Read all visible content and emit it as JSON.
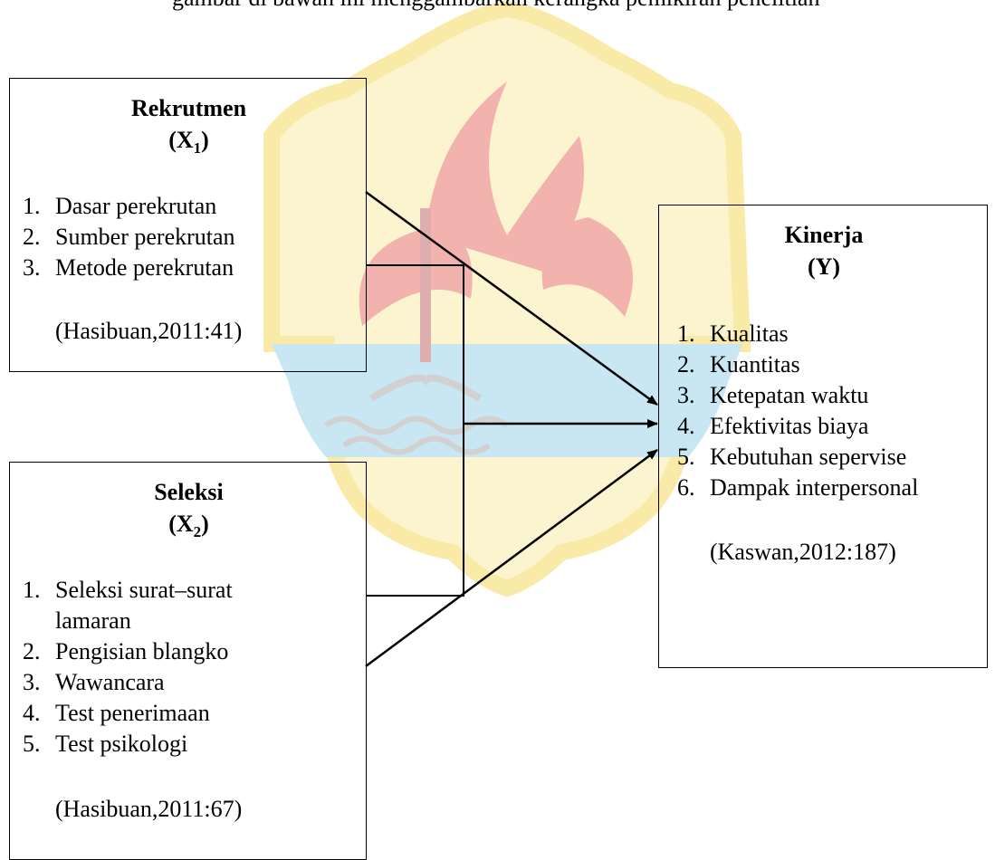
{
  "heading_fragment": "gambar di bawah ini menggambarkan kerangka pemikiran penelitian",
  "boxes": {
    "x1": {
      "title": "Rekrutmen",
      "symbol": "(X",
      "subscript": "1",
      "symbol_close": ")",
      "items": [
        {
          "num": "1.",
          "text": "Dasar perekrutan"
        },
        {
          "num": "2.",
          "text": "Sumber perekrutan"
        },
        {
          "num": "3.",
          "text": "Metode perekrutan"
        }
      ],
      "citation": "(Hasibuan,2011:41)"
    },
    "x2": {
      "title": "Seleksi",
      "symbol": "(X",
      "subscript": "2",
      "symbol_close": ")",
      "items": [
        {
          "num": "1.",
          "text": "Seleksi surat–surat",
          "cont": "lamaran"
        },
        {
          "num": "2.",
          "text": "Pengisian blangko"
        },
        {
          "num": "3.",
          "text": "Wawancara"
        },
        {
          "num": "4.",
          "text": "Test penerimaan"
        },
        {
          "num": "5.",
          "text": "Test psikologi"
        }
      ],
      "citation": "(Hasibuan,2011:67)"
    },
    "y": {
      "title": "Kinerja",
      "symbol": "(Y)",
      "items": [
        {
          "num": "1.",
          "text": "Kualitas"
        },
        {
          "num": "2.",
          "text": "Kuantitas"
        },
        {
          "num": "3.",
          "text": "Ketepatan waktu"
        },
        {
          "num": "4.",
          "text": "Efektivitas biaya"
        },
        {
          "num": "5.",
          "text": "Kebutuhan sepervise"
        },
        {
          "num": "6.",
          "text": "Dampak interpersonal"
        }
      ],
      "citation": "(Kaswan,2012:187)"
    }
  },
  "colors": {
    "watermark_yellow": "#f8e79a",
    "watermark_yellow_light": "#fbf3c6",
    "watermark_red": "#f0a6a0",
    "watermark_blue": "#bfe3f2",
    "line": "#000000"
  }
}
